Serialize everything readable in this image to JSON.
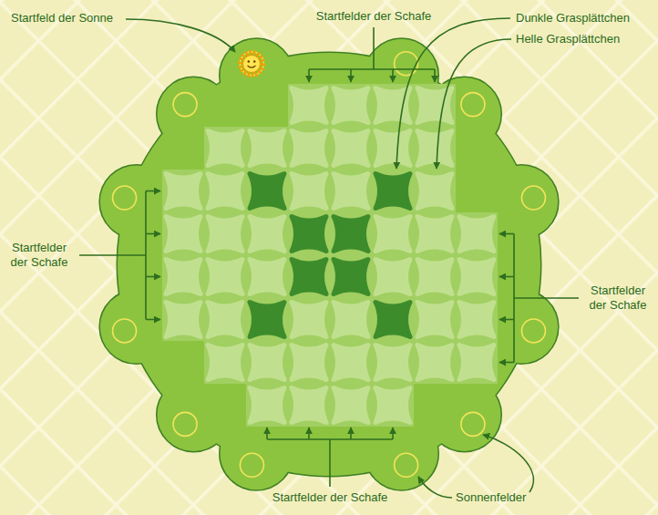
{
  "diagram": {
    "labels": [
      "Startfeld der Sonne",
      "Startfelder der Schafe",
      "Dunkle Grasplättchen",
      "Helle Grasplättchen",
      "Startfelder der Schafe",
      "Startfelder der Schafe",
      "Startfelder der Schafe",
      "Sonnenfelder"
    ]
  }
}
